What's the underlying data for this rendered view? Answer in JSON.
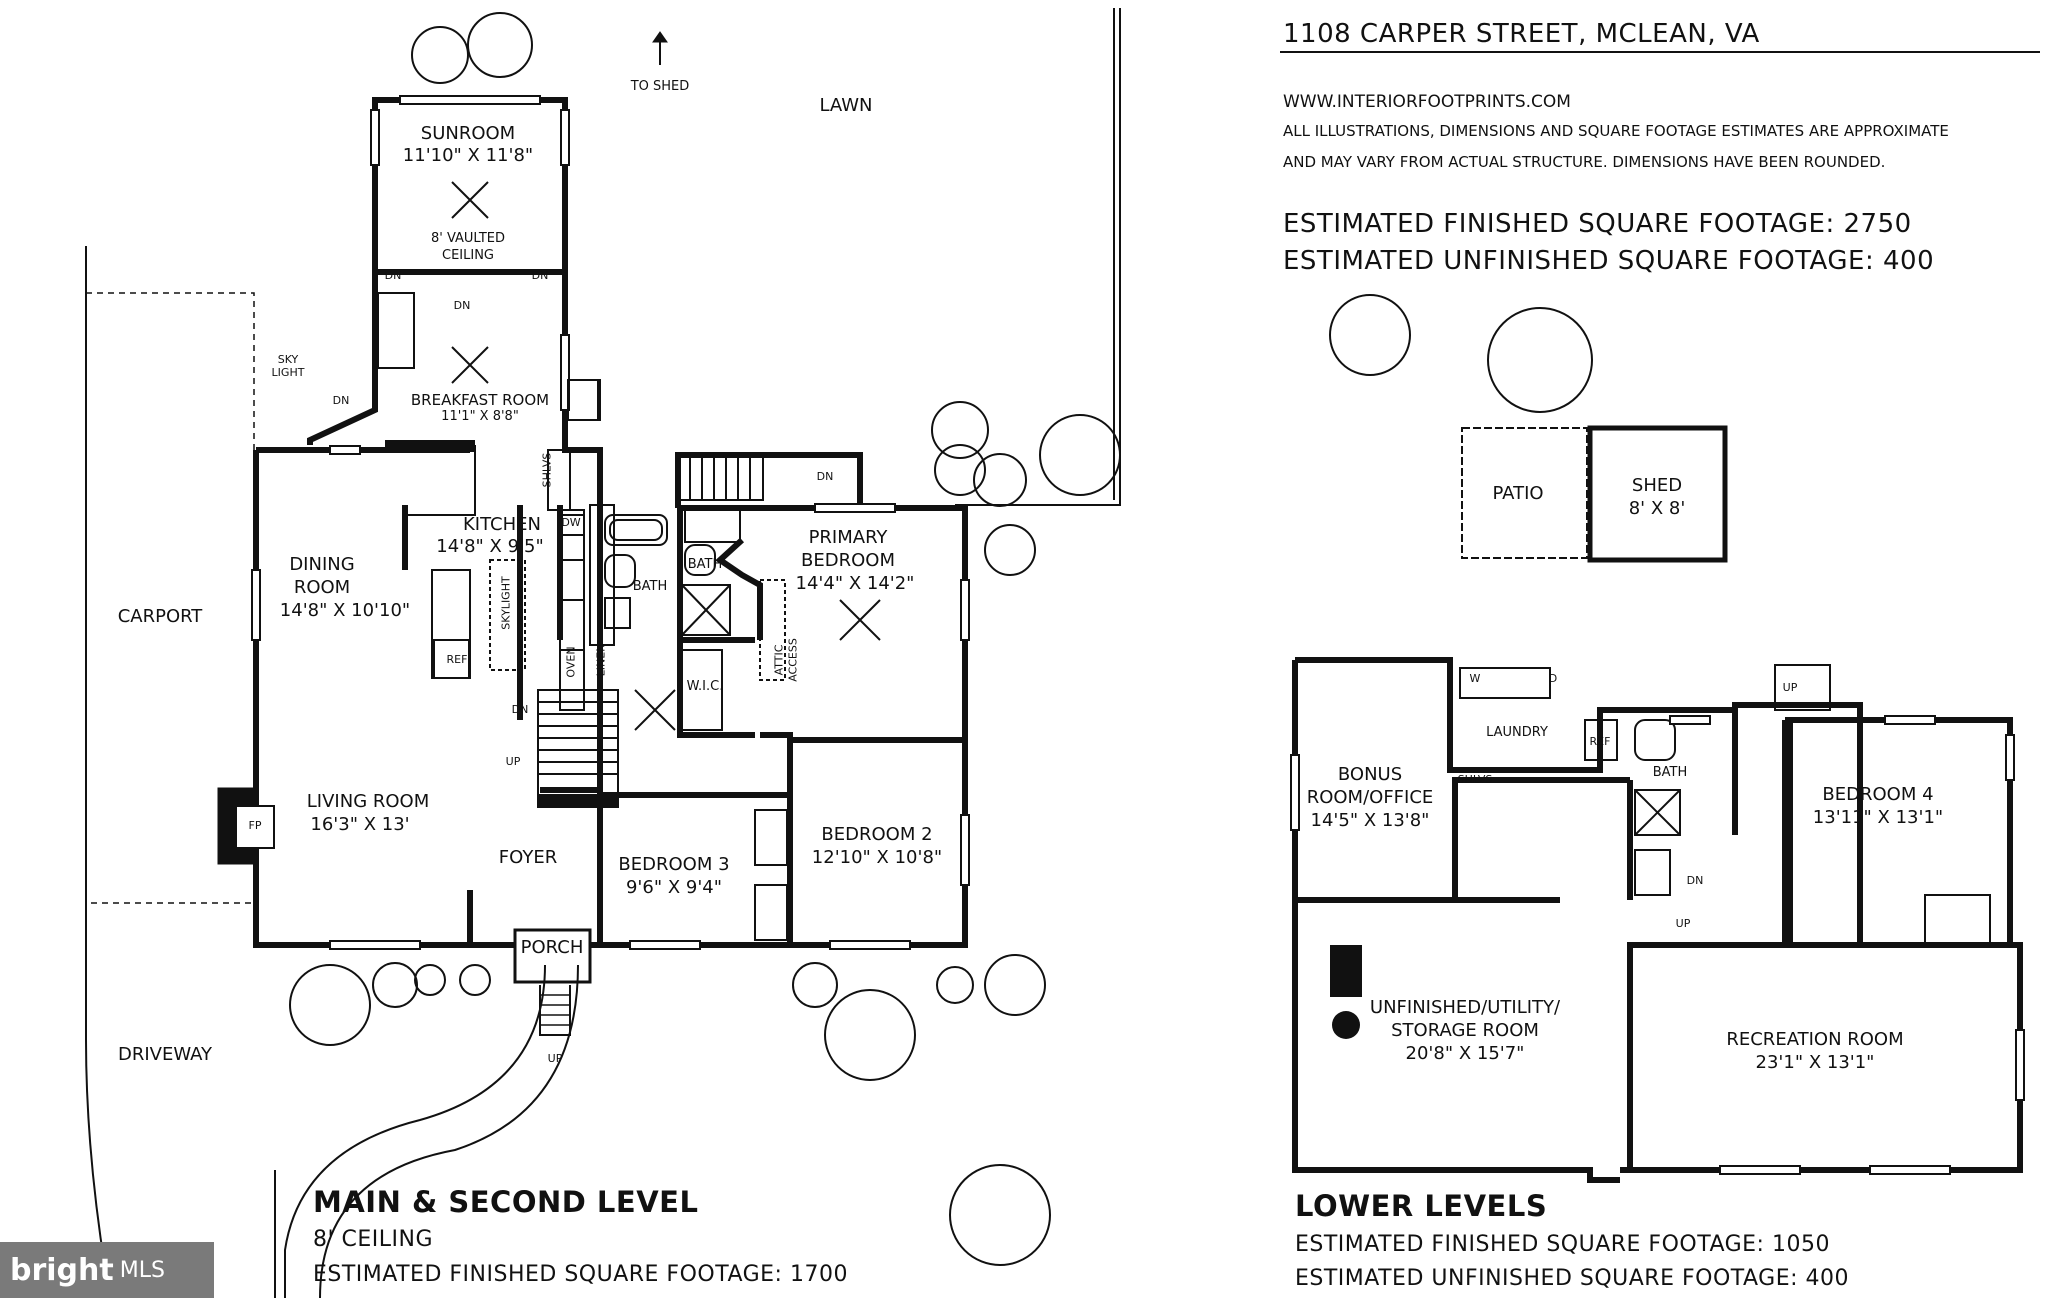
{
  "header": {
    "address": "1108 CARPER STREET, MCLEAN, VA",
    "website": "WWW.INTERIORFOOTPRINTS.COM",
    "disclaimer_line1": "ALL ILLUSTRATIONS, DIMENSIONS AND SQUARE FOOTAGE ESTIMATES ARE APPROXIMATE",
    "disclaimer_line2": "AND MAY VARY FROM ACTUAL STRUCTURE. DIMENSIONS HAVE BEEN ROUNDED.",
    "total_finished": "ESTIMATED FINISHED SQUARE FOOTAGE: 2750",
    "total_unfinished": "ESTIMATED UNFINISHED SQUARE FOOTAGE: 400"
  },
  "main_level": {
    "title": "MAIN & SECOND LEVEL",
    "ceiling": "8' CEILING",
    "finished": "ESTIMATED FINISHED SQUARE FOOTAGE: 1700",
    "rooms": {
      "sunroom": {
        "name": "SUNROOM",
        "dims": "11'10\" X 11'8\"",
        "note": "8' VAULTED",
        "note2": "CEILING"
      },
      "breakfast": {
        "name": "BREAKFAST ROOM",
        "dims": "11'1\" X 8'8\""
      },
      "kitchen": {
        "name": "KITCHEN",
        "dims": "14'8\" X 9'5\""
      },
      "dining": {
        "name": "DINING",
        "name2": "ROOM",
        "dims": "14'8\" X 10'10\""
      },
      "living": {
        "name": "LIVING ROOM",
        "dims": "16'3\" X 13'"
      },
      "foyer": {
        "name": "FOYER"
      },
      "porch": {
        "name": "PORCH"
      },
      "primary": {
        "name": "PRIMARY",
        "name2": "BEDROOM",
        "dims": "14'4\" X 14'2\""
      },
      "bedroom2": {
        "name": "BEDROOM 2",
        "dims": "12'10\" X 10'8\""
      },
      "bedroom3": {
        "name": "BEDROOM 3",
        "dims": "9'6\" X 9'4\""
      }
    },
    "small": {
      "bath1": "BATH",
      "bath2": "BATH",
      "wic": "W.I.C.",
      "ref": "REF",
      "dw": "DW",
      "oven": "OVEN",
      "linen": "LINEN",
      "shlvs": "SHLVS",
      "skylight": "SKYLIGHT",
      "sky": "SKY",
      "light": "LIGHT",
      "attic": "ATTIC",
      "access": "ACCESS",
      "fp": "FP",
      "dn": "DN",
      "up": "UP"
    },
    "site": {
      "carport": "CARPORT",
      "driveway": "DRIVEWAY",
      "lawn": "LAWN",
      "to_shed": "TO SHED"
    }
  },
  "outbuildings": {
    "patio": "PATIO",
    "shed": "SHED",
    "shed_dims": "8' X 8'"
  },
  "lower_level": {
    "title": "LOWER LEVELS",
    "finished": "ESTIMATED FINISHED SQUARE FOOTAGE:  1050",
    "unfinished": "ESTIMATED UNFINISHED SQUARE FOOTAGE: 400",
    "rooms": {
      "bonus": {
        "name": "BONUS",
        "name2": "ROOM/OFFICE",
        "dims": "14'5\" X 13'8\""
      },
      "laundry": {
        "name": "LAUNDRY"
      },
      "bath": {
        "name": "BATH"
      },
      "bedroom4": {
        "name": "BEDROOM 4",
        "dims": "13'11\" X 13'1\""
      },
      "utility": {
        "name": "UNFINISHED/UTILITY/",
        "name2": "STORAGE ROOM",
        "dims": "20'8\" X 15'7\""
      },
      "recreation": {
        "name": "RECREATION ROOM",
        "dims": "23'1\" X 13'1\""
      }
    },
    "small": {
      "w": "W",
      "d": "D",
      "ref": "REF",
      "shlvs": "SHLVS",
      "up": "UP",
      "dn": "DN"
    }
  },
  "watermark": {
    "brand": "bright",
    "suffix": "MLS"
  },
  "colors": {
    "wall": "#111111",
    "background": "#ffffff",
    "watermark_bg": "#7a7a7a"
  }
}
